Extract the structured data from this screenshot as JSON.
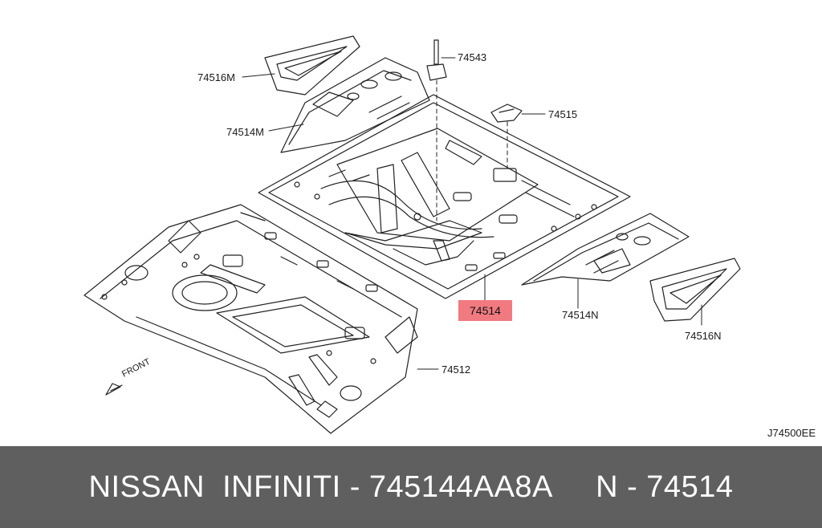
{
  "callouts": {
    "p74516m": "74516M",
    "p74514m": "74514M",
    "p74543": "74543",
    "p74515": "74515",
    "p74514": "74514",
    "p74514n": "74514N",
    "p74516n": "74516N",
    "p74512": "74512"
  },
  "highlight_color": "#f07a80",
  "front_label": "FRONT",
  "diagram_code": "J74500EE",
  "footer": {
    "text": "NISSAN  INFINITI - 745144AA8A     N - 74514",
    "background": "#5f5f5f"
  }
}
